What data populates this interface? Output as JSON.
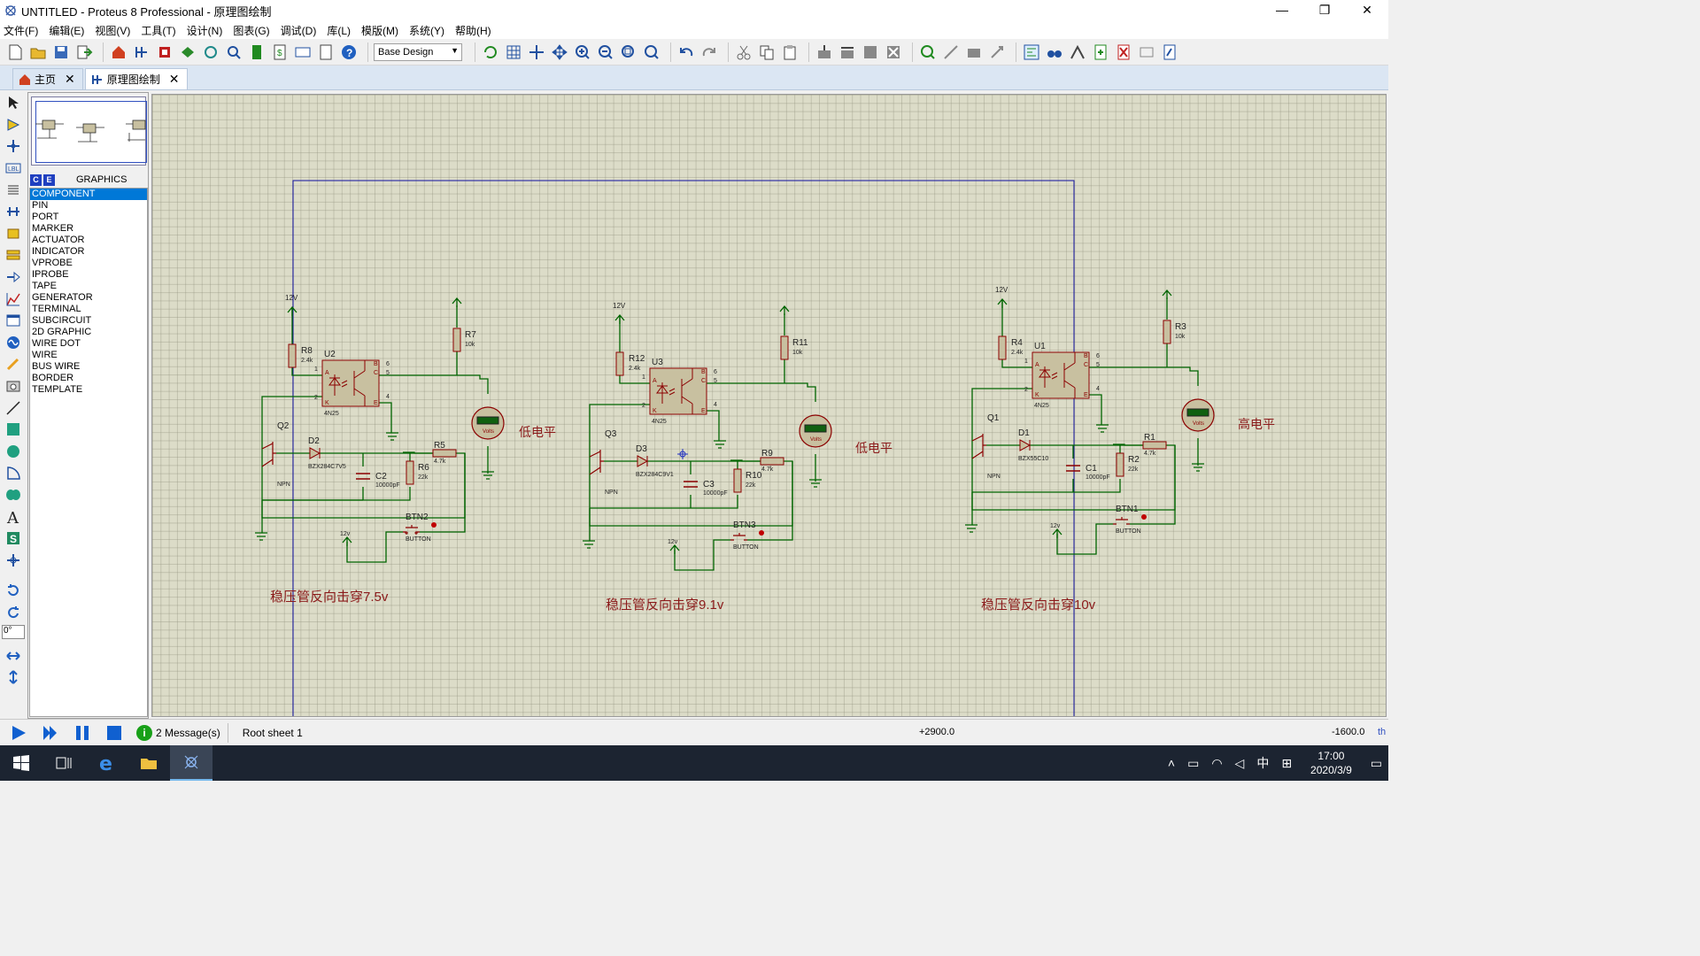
{
  "window": {
    "title": "UNTITLED - Proteus 8 Professional - 原理图绘制",
    "minimize": "—",
    "maximize": "❐",
    "close": "✕"
  },
  "menu": [
    "文件(F)",
    "编辑(E)",
    "视图(V)",
    "工具(T)",
    "设计(N)",
    "图表(G)",
    "调试(D)",
    "库(L)",
    "模版(M)",
    "系统(Y)",
    "帮助(H)"
  ],
  "toolbar": {
    "design_select": "Base Design"
  },
  "tabs": [
    {
      "label": "主页",
      "close": "✕"
    },
    {
      "label": "原理图绘制",
      "close": "✕"
    }
  ],
  "panel": {
    "mode_c": "C",
    "mode_e": "E",
    "title": "GRAPHICS",
    "items": [
      "COMPONENT",
      "PIN",
      "PORT",
      "MARKER",
      "ACTUATOR",
      "INDICATOR",
      "VPROBE",
      "IPROBE",
      "TAPE",
      "GENERATOR",
      "TERMINAL",
      "SUBCIRCUIT",
      "2D GRAPHIC",
      "WIRE DOT",
      "WIRE",
      "BUS WIRE",
      "BORDER",
      "TEMPLATE"
    ],
    "selected": "COMPONENT"
  },
  "rotation": "0°",
  "schematic": {
    "circuit1": {
      "vcc_top": "12V",
      "r8": "R8",
      "r8_val": "2.4k",
      "u": "U2",
      "u_type": "4N25",
      "r7": "R7",
      "r7_val": "10k",
      "q": "Q2",
      "q_type": "NPN",
      "d": "D2",
      "d_type": "BZX284C7V5",
      "r5": "R5",
      "r5_val": "4.7k",
      "c": "C2",
      "c_val": "10000pF",
      "r6": "R6",
      "r6_val": "22k",
      "btn": "BTN2",
      "btn_type": "BUTTON",
      "vcc_btn": "12v",
      "level": "低电平",
      "caption": "稳压管反向击穿7.5v",
      "pin6": "6",
      "pin5": "5",
      "pin4": "4",
      "pin1": "1",
      "pin2": "2",
      "pinA": "A",
      "pinK": "K",
      "pinB": "B",
      "pinC": "C",
      "pinE": "E"
    },
    "circuit2": {
      "vcc_top": "12V",
      "r12": "R12",
      "r12_val": "2.4k",
      "u": "U3",
      "u_type": "4N25",
      "r11": "R11",
      "r11_val": "10k",
      "q": "Q3",
      "q_type": "NPN",
      "d": "D3",
      "d_type": "BZX284C9V1",
      "r9": "R9",
      "r9_val": "4.7k",
      "c": "C3",
      "c_val": "10000pF",
      "r10": "R10",
      "r10_val": "22k",
      "btn": "BTN3",
      "btn_type": "BUTTON",
      "vcc_btn": "12v",
      "level": "低电平",
      "caption": "稳压管反向击穿9.1v",
      "pin6": "6",
      "pin5": "5",
      "pin4": "4",
      "pin1": "1",
      "pin2": "2",
      "pinA": "A",
      "pinK": "K",
      "pinB": "B",
      "pinC": "C",
      "pinE": "E"
    },
    "circuit3": {
      "vcc_top": "12V",
      "r4": "R4",
      "r4_val": "2.4k",
      "u": "U1",
      "u_type": "4N25",
      "r3": "R3",
      "r3_val": "10k",
      "q": "Q1",
      "q_type": "NPN",
      "d": "D1",
      "d_type": "BZX55C10",
      "r1": "R1",
      "r1_val": "4.7k",
      "c": "C1",
      "c_val": "10000pF",
      "r2": "R2",
      "r2_val": "22k",
      "btn": "BTN1",
      "btn_type": "BUTTON",
      "vcc_btn": "12v",
      "level": "高电平",
      "caption": "稳压管反向击穿10v",
      "pin6": "6",
      "pin5": "5",
      "pin4": "4",
      "pin1": "1",
      "pin2": "2",
      "pinA": "A",
      "pinK": "K",
      "pinB": "B",
      "pinC": "C",
      "pinE": "E"
    },
    "meter_label": "Volts"
  },
  "status": {
    "messages": "2 Message(s)",
    "info_icon_text": "i",
    "sheet": "Root sheet 1",
    "x_coord": "+2900.0",
    "y_coord": "-1600.0",
    "unit": "th"
  },
  "tray": {
    "ime": "中",
    "time": "17:00",
    "date": "2020/3/9"
  },
  "colors": {
    "wire": "#006400",
    "component": "#8b0000",
    "part_fill": "#c8c0a0",
    "border": "#1010a0",
    "canvas": "#dcdcc8",
    "label": "#8b1a1a"
  }
}
